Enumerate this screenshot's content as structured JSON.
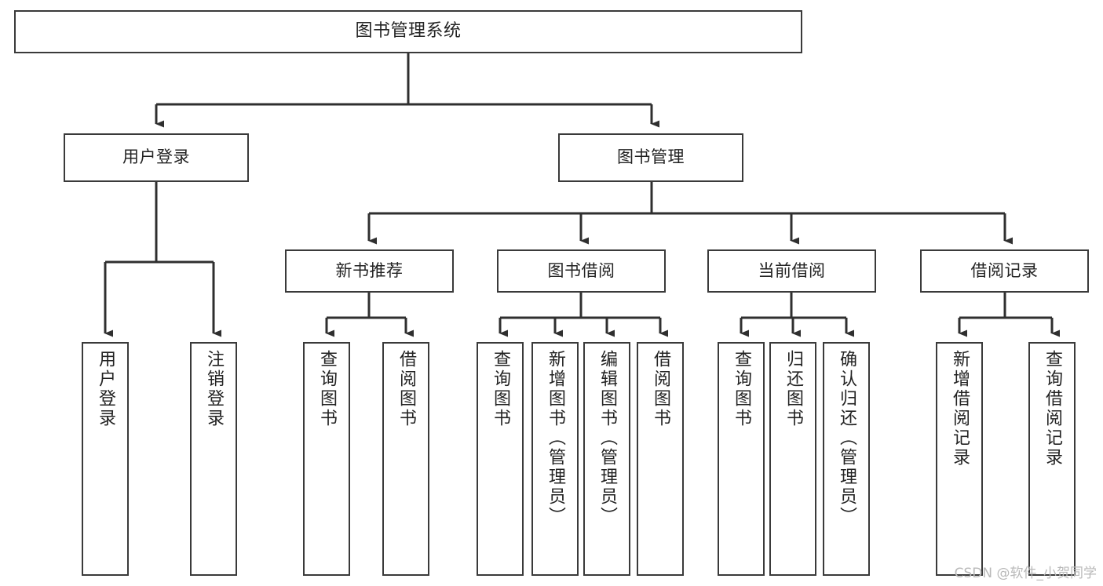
{
  "diagram": {
    "title": "图书管理系统",
    "type": "tree",
    "watermark": "CSDN @软件_小贺同学",
    "colors": {
      "box_border": "#3a3a3a",
      "box_fill": "#ffffff",
      "connector": "#2f2f2f",
      "text": "#232323",
      "watermark": "#b9b9b9",
      "background": "#ffffff"
    },
    "nodes": {
      "root": {
        "label": "图书管理系统",
        "level": 0
      },
      "level1": [
        {
          "id": "user-login",
          "label": "用户登录"
        },
        {
          "id": "book-manage",
          "label": "图书管理"
        }
      ],
      "level2": [
        {
          "id": "new-book-rec",
          "label": "新书推荐",
          "parent": "book-manage"
        },
        {
          "id": "book-borrow",
          "label": "图书借阅",
          "parent": "book-manage"
        },
        {
          "id": "current-borrow",
          "label": "当前借阅",
          "parent": "book-manage"
        },
        {
          "id": "borrow-record",
          "label": "借阅记录",
          "parent": "book-manage"
        }
      ],
      "leaves": [
        {
          "id": "leaf-user-login",
          "label": "用户登录",
          "parent": "user-login"
        },
        {
          "id": "leaf-user-logout",
          "label": "注销登录",
          "parent": "user-login"
        },
        {
          "id": "leaf-rec-query",
          "label": "查询图书",
          "parent": "new-book-rec"
        },
        {
          "id": "leaf-rec-borrow",
          "label": "借阅图书",
          "parent": "new-book-rec"
        },
        {
          "id": "leaf-borrow-query",
          "label": "查询图书",
          "parent": "book-borrow"
        },
        {
          "id": "leaf-borrow-add",
          "label": "新增图书（管理员）",
          "parent": "book-borrow"
        },
        {
          "id": "leaf-borrow-edit",
          "label": "编辑图书（管理员）",
          "parent": "book-borrow"
        },
        {
          "id": "leaf-borrow-lend",
          "label": "借阅图书",
          "parent": "book-borrow"
        },
        {
          "id": "leaf-cur-query",
          "label": "查询图书",
          "parent": "current-borrow"
        },
        {
          "id": "leaf-cur-return",
          "label": "归还图书",
          "parent": "current-borrow"
        },
        {
          "id": "leaf-cur-confirm",
          "label": "确认归还（管理员）",
          "parent": "current-borrow"
        },
        {
          "id": "leaf-rec-add",
          "label": "新增借阅记录",
          "parent": "borrow-record"
        },
        {
          "id": "leaf-rec-search",
          "label": "查询借阅记录",
          "parent": "borrow-record"
        }
      ]
    }
  }
}
